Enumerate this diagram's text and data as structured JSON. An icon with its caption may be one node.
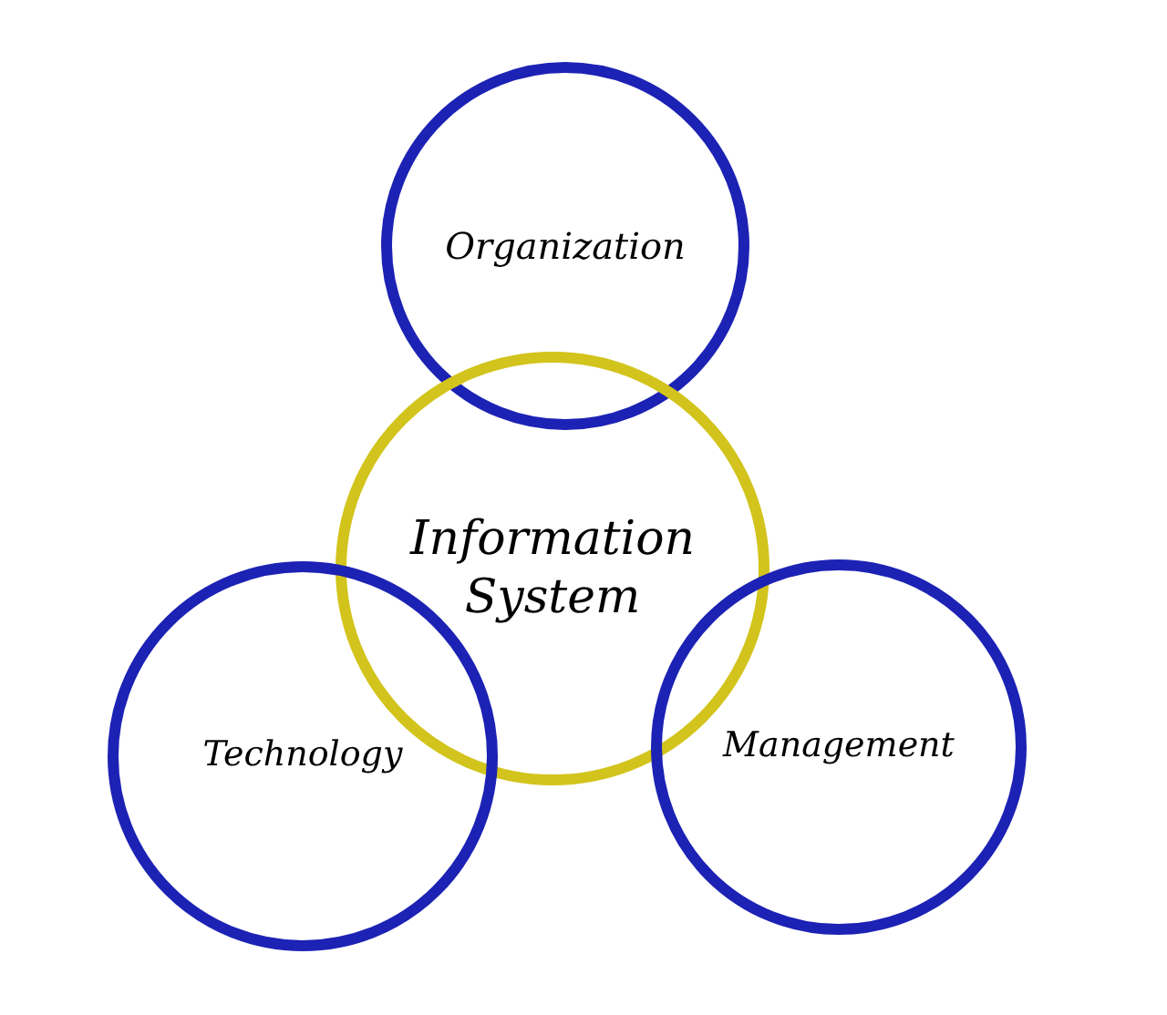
{
  "diagram": {
    "nodes": [
      {
        "text": [
          "Organization"
        ]
      },
      {
        "text": [
          "Information System"
        ]
      },
      {
        "text": [
          "Technology"
        ]
      },
      {
        "text": [
          "Management"
        ]
      }
    ]
  }
}
